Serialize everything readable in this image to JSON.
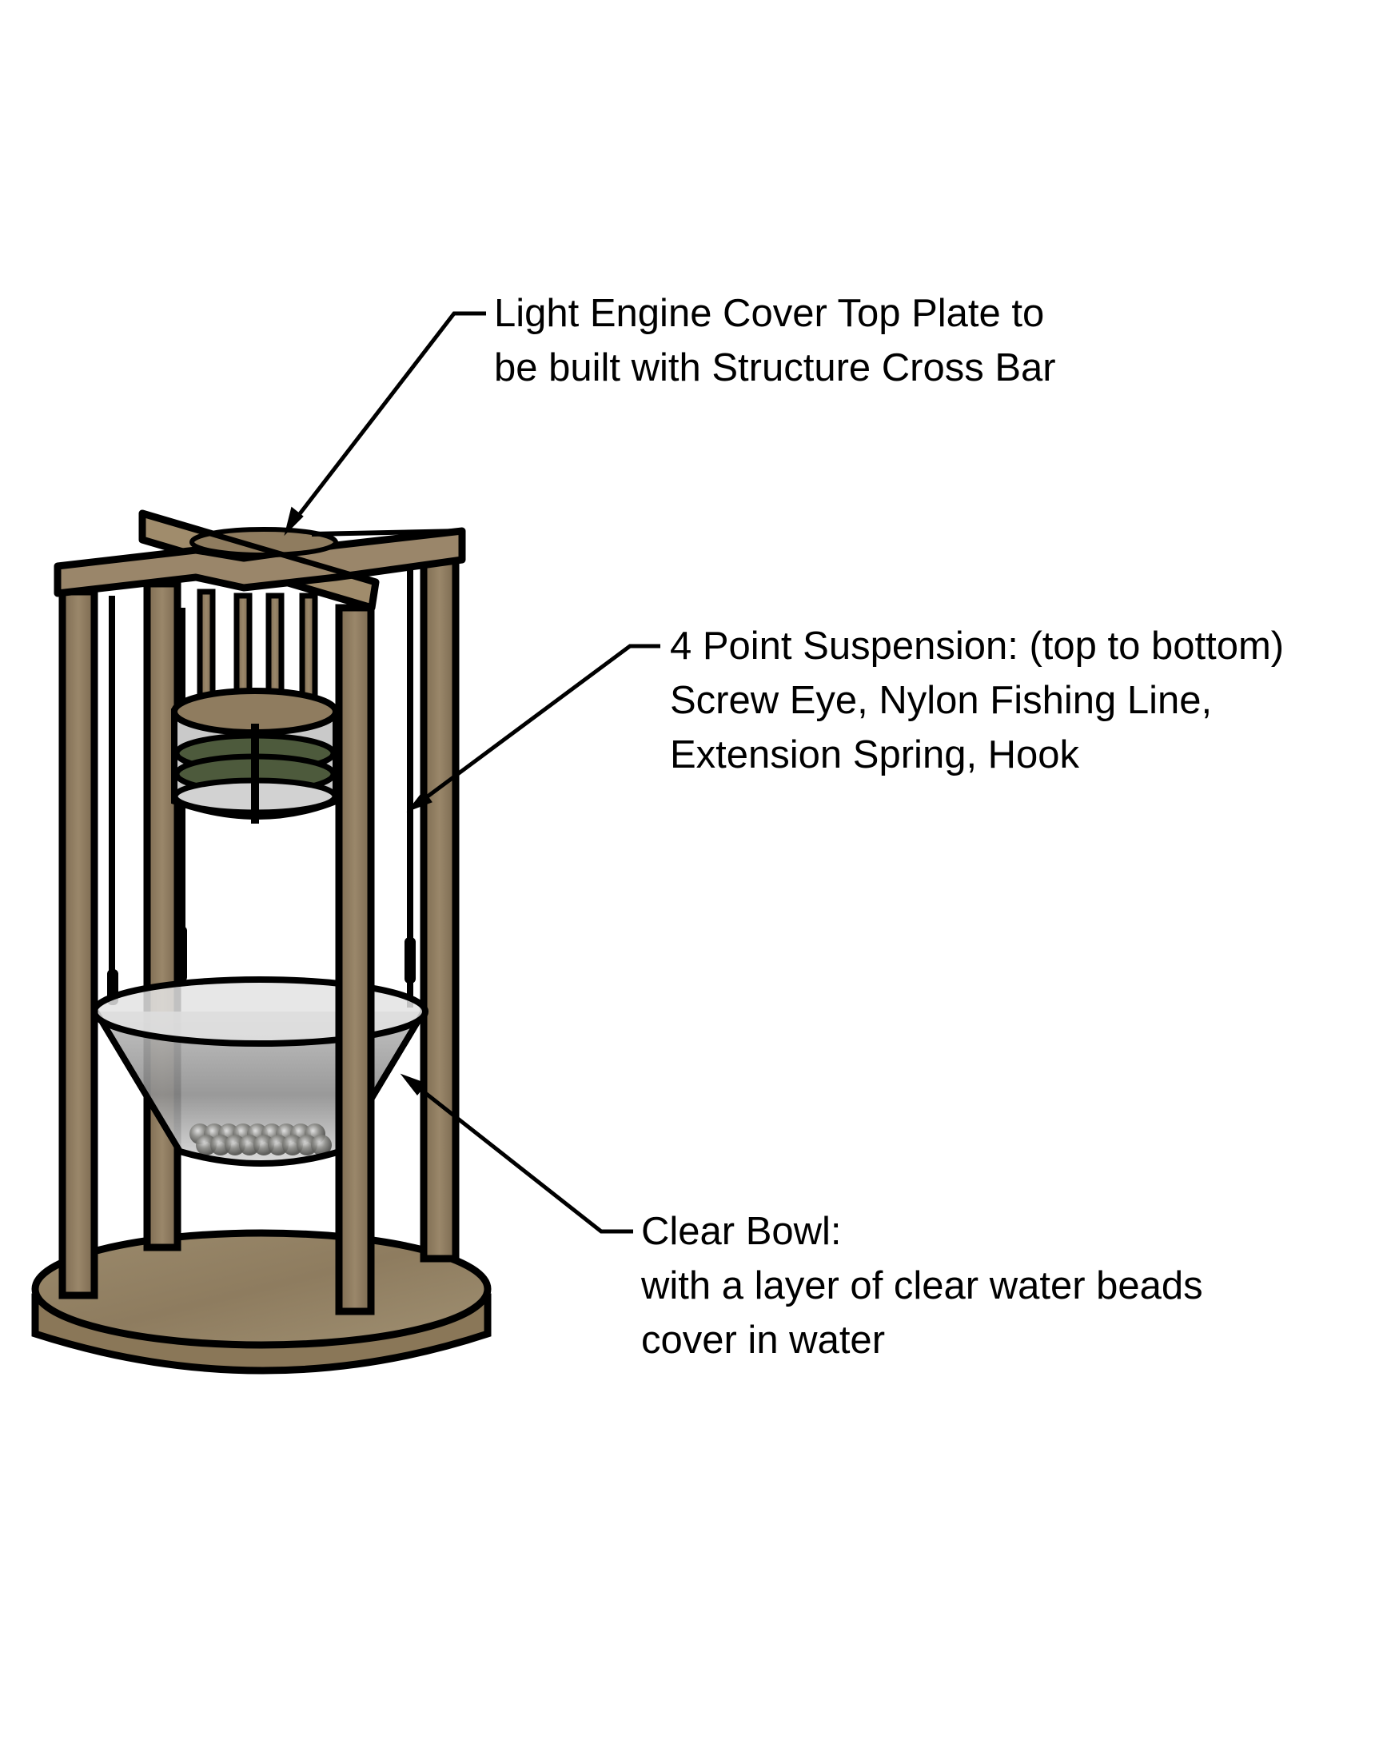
{
  "colors": {
    "wood": "#8c7a5e",
    "wood_light": "#a08c6c",
    "wood_dark": "#6f5f47",
    "outline": "#000000",
    "bowl_glass": "#d9d9d9",
    "bowl_shadow": "#8a8a8a",
    "led_green": "#4d5a3c",
    "background": "#ffffff"
  },
  "callouts": {
    "top_plate": {
      "lines": [
        "Light Engine Cover Top Plate to",
        "be built with Structure Cross Bar"
      ]
    },
    "suspension": {
      "lines": [
        "4 Point Suspension: (top to bottom)",
        "Screw Eye, Nylon Fishing Line,",
        "Extension Spring, Hook"
      ]
    },
    "bowl": {
      "lines": [
        "Clear Bowl:",
        "with a layer of clear water beads",
        "cover in water"
      ]
    }
  },
  "parts": {
    "beads_count": 18,
    "suspension_points": 4
  }
}
